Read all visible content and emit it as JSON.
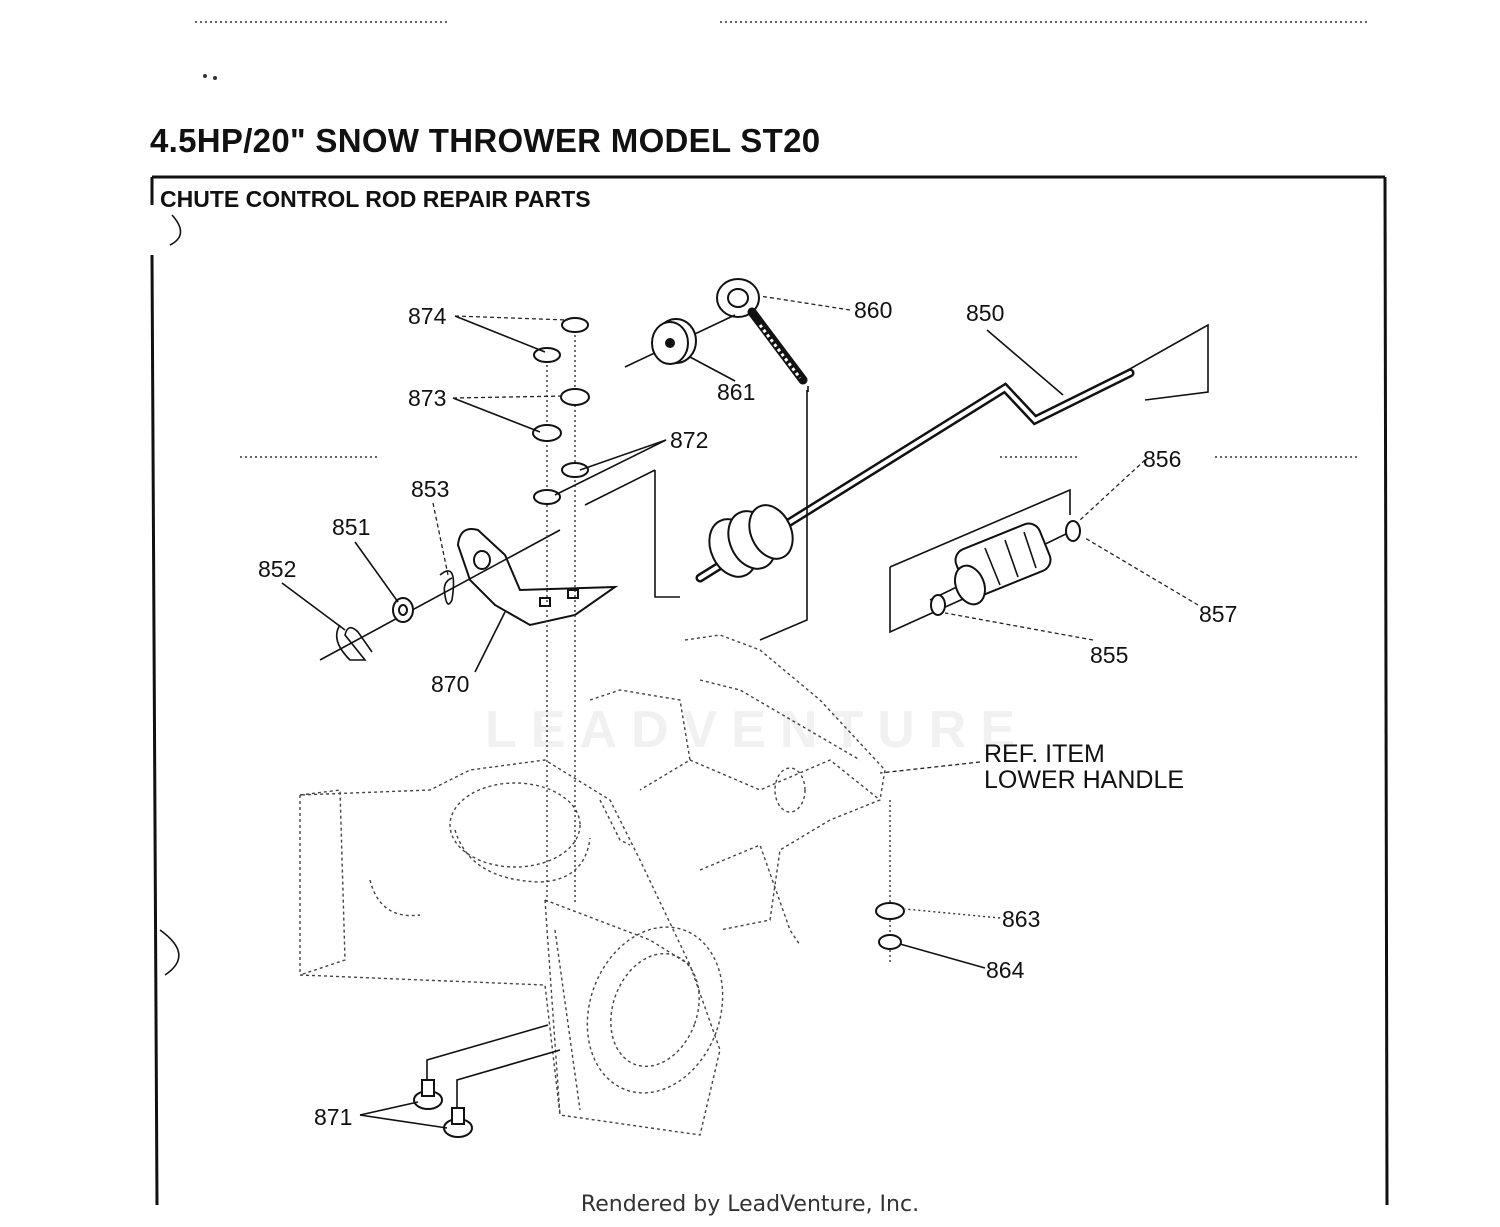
{
  "header": {
    "title": "4.5HP/20\" SNOW THROWER MODEL ST20",
    "section": "CHUTE CONTROL ROD REPAIR PARTS"
  },
  "callouts": {
    "p850": "850",
    "p851": "851",
    "p852": "852",
    "p853": "853",
    "p855": "855",
    "p856": "856",
    "p857": "857",
    "p860": "860",
    "p861": "861",
    "p863": "863",
    "p864": "864",
    "p870": "870",
    "p871": "871",
    "p872": "872",
    "p873": "873",
    "p874": "874"
  },
  "reference": {
    "line1": "REF. ITEM",
    "line2": "LOWER HANDLE"
  },
  "watermark": "LEADVENTURE",
  "footer": "Rendered by LeadVenture, Inc."
}
